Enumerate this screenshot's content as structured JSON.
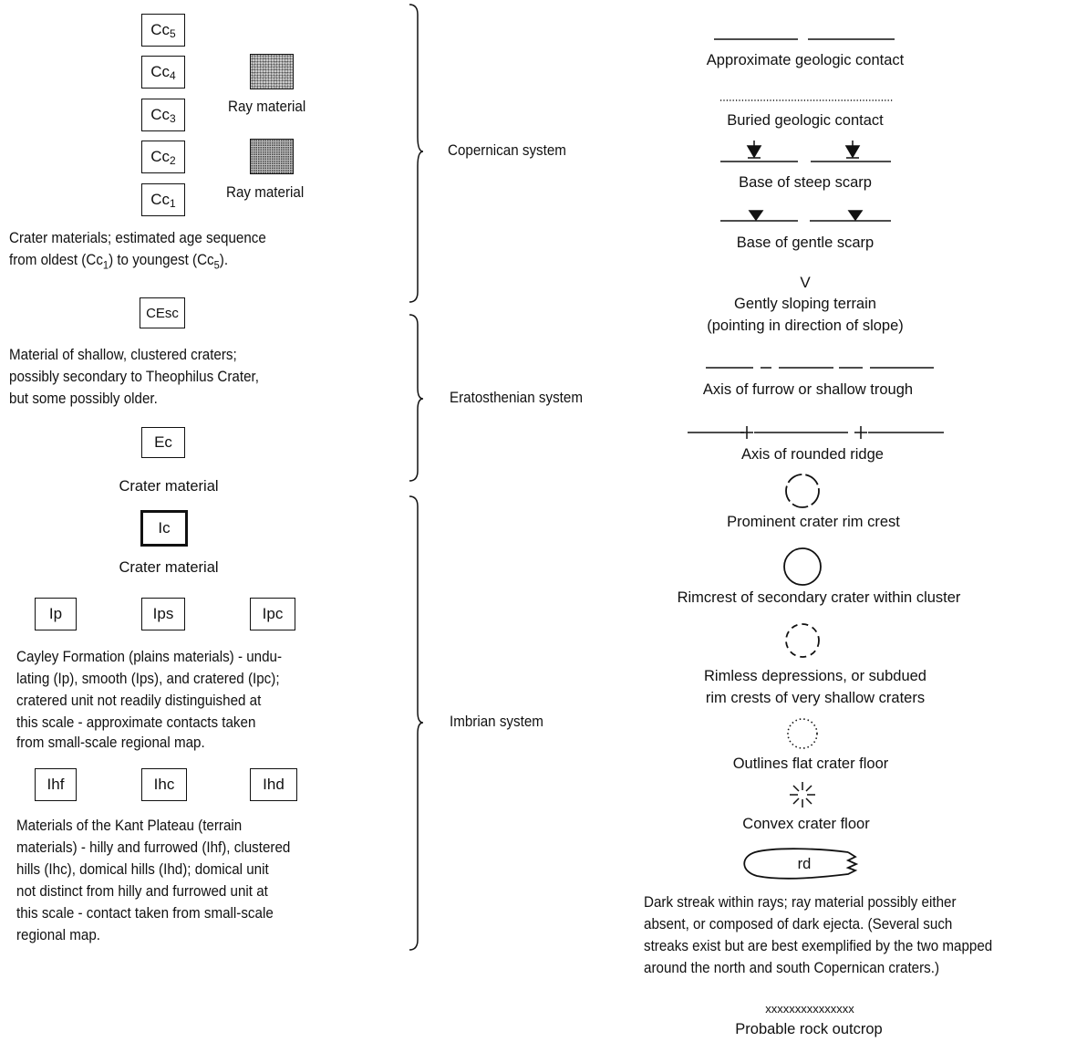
{
  "units": {
    "cc5": {
      "label": "Cc",
      "sub": "5"
    },
    "cc4": {
      "label": "Cc",
      "sub": "4"
    },
    "cc3": {
      "label": "Cc",
      "sub": "3"
    },
    "cc2": {
      "label": "Cc",
      "sub": "2"
    },
    "cc1": {
      "label": "Cc",
      "sub": "1"
    },
    "ray_material_1": "Ray material",
    "ray_material_2": "Ray material",
    "crater_materials_desc_line1": "Crater materials; estimated age sequence",
    "crater_materials_desc_line2_a": "from oldest (Cc",
    "crater_materials_desc_line2_sub1": "1",
    "crater_materials_desc_line2_b": ") to youngest (Cc",
    "crater_materials_desc_line2_sub2": "5",
    "crater_materials_desc_line2_c": ").",
    "cesc": "CEsc",
    "cesc_desc": [
      "Material of shallow, clustered craters;",
      "possibly secondary to Theophilus Crater,",
      "but some possibly older."
    ],
    "ec": "Ec",
    "ec_desc": "Crater material",
    "ic": "Ic",
    "ic_desc": "Crater material",
    "ip": "Ip",
    "ips": "Ips",
    "ipc": "Ipc",
    "cayley_desc": [
      "Cayley Formation (plains materials) - undu-",
      "lating (Ip), smooth (Ips), and cratered (Ipc);",
      "cratered unit not readily distinguished at",
      "this scale - approximate contacts taken",
      "from small-scale regional map."
    ],
    "ihf": "Ihf",
    "ihc": "Ihc",
    "ihd": "Ihd",
    "kant_desc": [
      "Materials of the Kant Plateau (terrain",
      "materials) - hilly and furrowed (Ihf), clustered",
      "hills (Ihc), domical hills (Ihd); domical unit",
      "not distinct from hilly and furrowed unit at",
      "this scale - contact taken from small-scale",
      "regional map."
    ]
  },
  "systems": {
    "copernican": "Copernican system",
    "eratosthenian": "Eratosthenian system",
    "imbrian": "Imbrian system"
  },
  "symbols": {
    "approx_contact": "Approximate geologic contact",
    "buried_contact": "Buried geologic contact",
    "steep_scarp": "Base of steep scarp",
    "gentle_scarp": "Base of gentle scarp",
    "sloping_glyph": "V",
    "sloping_terrain": [
      "Gently sloping terrain",
      "(pointing in direction of slope)"
    ],
    "furrow_axis": "Axis of furrow or shallow trough",
    "ridge_axis": "Axis of rounded ridge",
    "prominent_rim": "Prominent crater rim crest",
    "secondary_rim": "Rimcrest of secondary crater within cluster",
    "rimless": [
      "Rimless depressions, or subdued",
      "rim crests of very shallow craters"
    ],
    "flat_floor": "Outlines flat crater floor",
    "convex_floor": "Convex crater floor",
    "rd_label": "rd",
    "dark_streak": [
      "Dark streak within rays; ray material possibly either",
      "absent, or composed of dark ejecta.  (Several such",
      "streaks exist but are best exemplified by the two mapped",
      "around the north and south Copernican craters.)"
    ],
    "rock_glyph": "xxxxxxxxxxxxxxx",
    "rock_outcrop": "Probable rock outcrop"
  }
}
